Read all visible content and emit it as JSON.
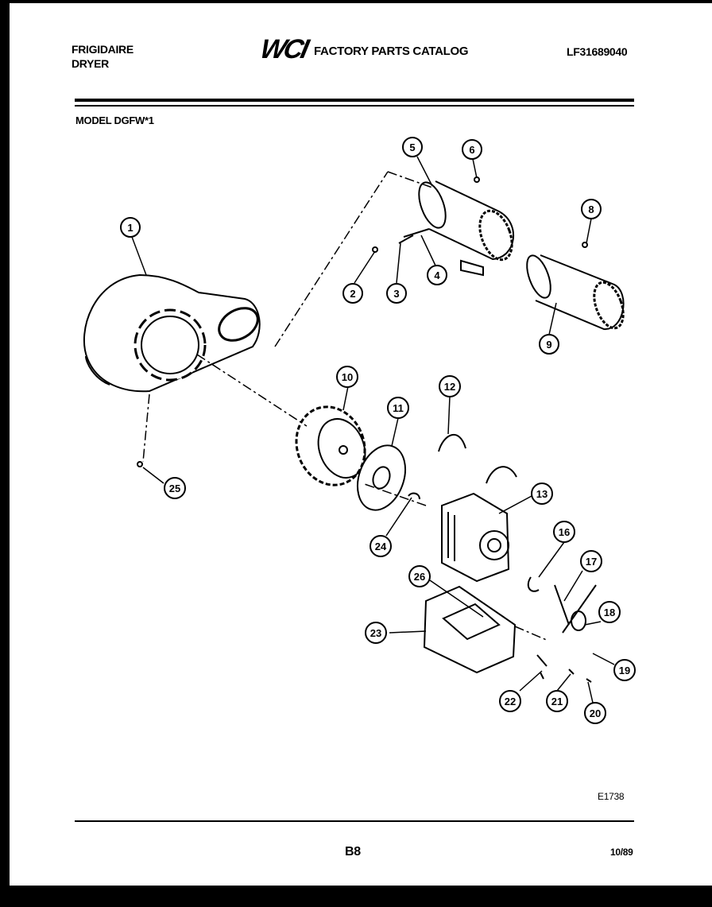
{
  "header": {
    "brand_line1": "FRIGIDAIRE",
    "brand_line2": "DRYER",
    "logo_text": "WCI",
    "catalog_title": "FACTORY PARTS CATALOG",
    "catalog_number": "LF31689040",
    "model": "MODEL DGFW*1"
  },
  "footer": {
    "diagram_code": "E1738",
    "page": "B8",
    "date": "10/89"
  },
  "callouts": [
    "1",
    "2",
    "3",
    "4",
    "5",
    "6",
    "8",
    "9",
    "10",
    "11",
    "12",
    "13",
    "16",
    "17",
    "18",
    "19",
    "20",
    "21",
    "22",
    "23",
    "24",
    "25",
    "26"
  ]
}
